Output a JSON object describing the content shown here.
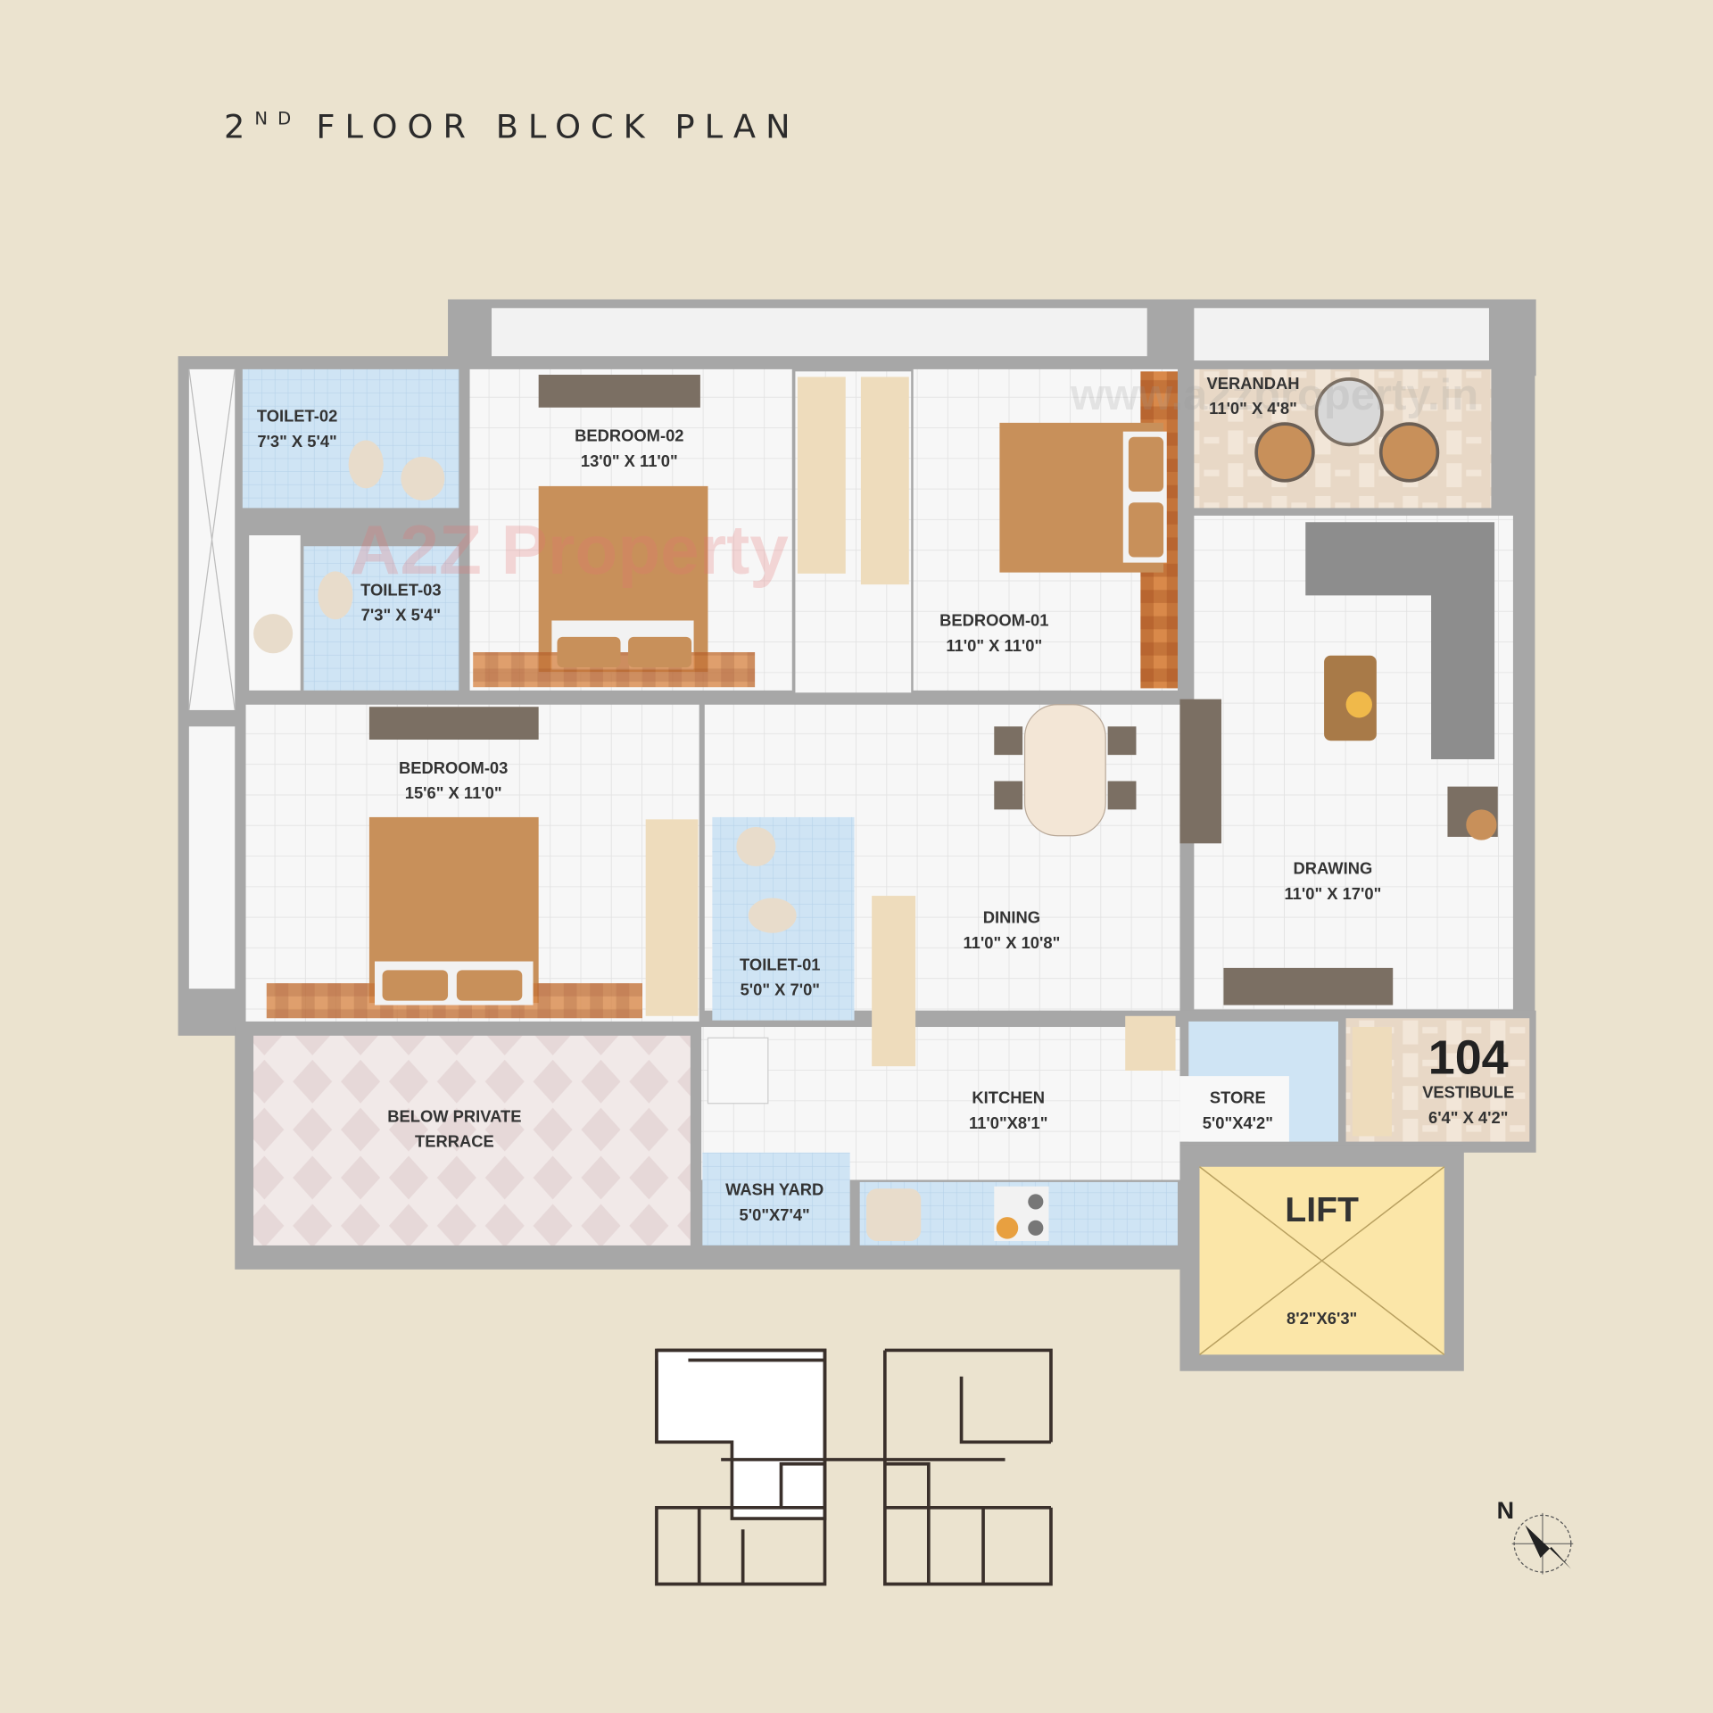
{
  "title": {
    "ordinal": "2",
    "suffix": "ND",
    "text": "FLOOR BLOCK PLAN"
  },
  "unit_number": "104",
  "rooms": {
    "toilet02": {
      "name": "TOILET-02",
      "size": "7'3\" X 5'4\""
    },
    "toilet03": {
      "name": "TOILET-03",
      "size": "7'3\" X 5'4\""
    },
    "bedroom02": {
      "name": "BEDROOM-02",
      "size": "13'0\" X 11'0\""
    },
    "bedroom01": {
      "name": "BEDROOM-01",
      "size": "11'0\" X 11'0\""
    },
    "verandah": {
      "name": "VERANDAH",
      "size": "11'0\" X 4'8\""
    },
    "bedroom03": {
      "name": "BEDROOM-03",
      "size": "15'6\" X 11'0\""
    },
    "toilet01": {
      "name": "TOILET-01",
      "size": "5'0\" X 7'0\""
    },
    "dining": {
      "name": "DINING",
      "size": "11'0\" X 10'8\""
    },
    "drawing": {
      "name": "DRAWING",
      "size": "11'0\" X 17'0\""
    },
    "kitchen": {
      "name": "KITCHEN",
      "size": "11'0\"X8'1\""
    },
    "store": {
      "name": "STORE",
      "size": "5'0\"X4'2\""
    },
    "vestibule": {
      "name": "VESTIBULE",
      "size": "6'4\" X 4'2\""
    },
    "terrace": {
      "name": "BELOW PRIVATE",
      "name2": "TERRACE"
    },
    "washyard": {
      "name": "WASH YARD",
      "size": "5'0\"X7'4\""
    },
    "lift": {
      "name": "LIFT",
      "size": "8'2\"X6'3\""
    }
  },
  "compass": {
    "label": "N"
  },
  "watermark": {
    "text": "A2Z Property",
    "url_text": "www.a2zproperty.in"
  },
  "colors": {
    "background": "#ebe3cf",
    "wall": "#a7a7a7",
    "floor": "#f6f6f6",
    "wet": "#cfe4f4",
    "lift": "#fbe6a8",
    "terrace": "#efe5e4",
    "wood": "#c8905a"
  }
}
